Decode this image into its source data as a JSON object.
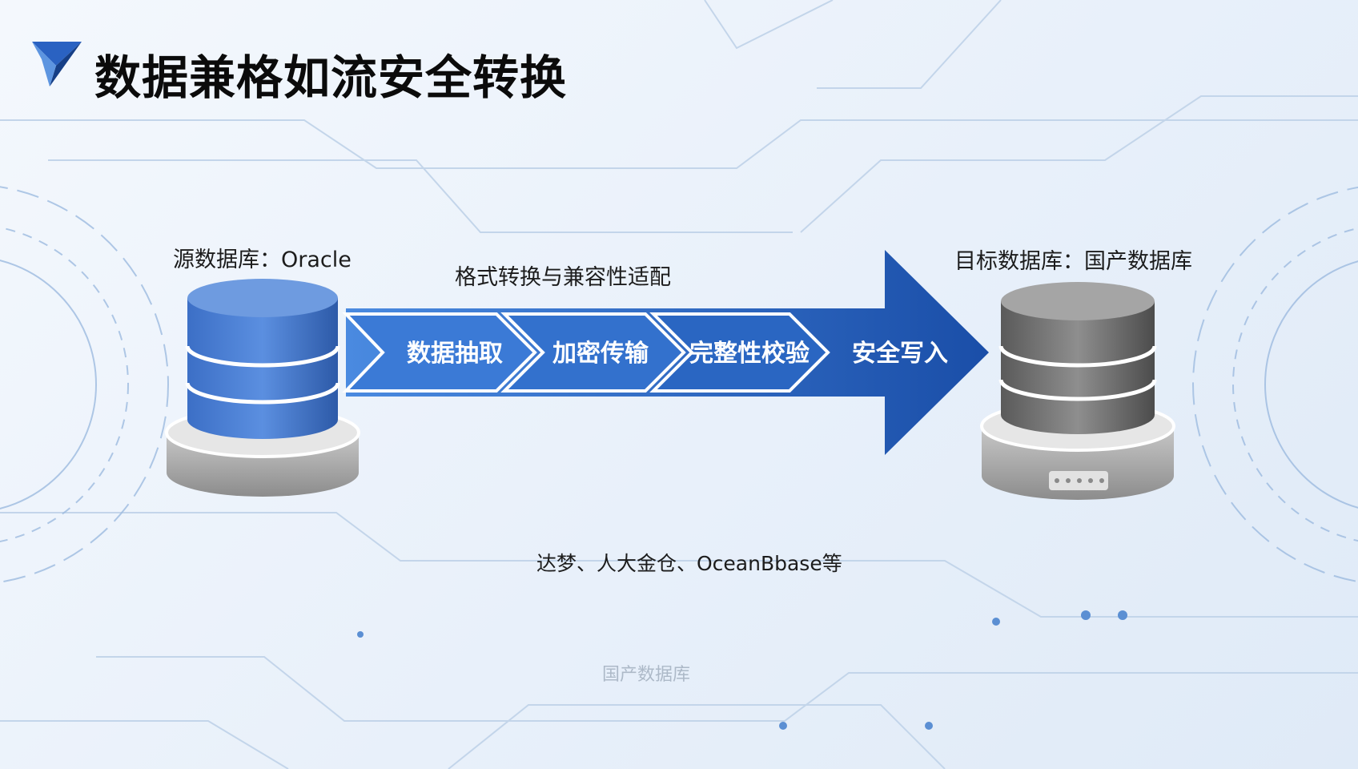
{
  "title": "数据兼格如流安全转换",
  "source": {
    "label": "源数据库：Oracle"
  },
  "target": {
    "label": "目标数据库：国产数据库"
  },
  "process": {
    "caption": "格式转换与兼容性适配",
    "steps": [
      "数据抽取",
      "加密传输",
      "完整性校验",
      "安全写入"
    ]
  },
  "note": "达梦、人大金仓、OceanBbase等",
  "faded_caption": "国产数据库",
  "colors": {
    "arrow_light": "#3f80d8",
    "arrow_dark": "#1a4ea8",
    "source_db": "#4a7fd4",
    "target_db": "#808080"
  }
}
